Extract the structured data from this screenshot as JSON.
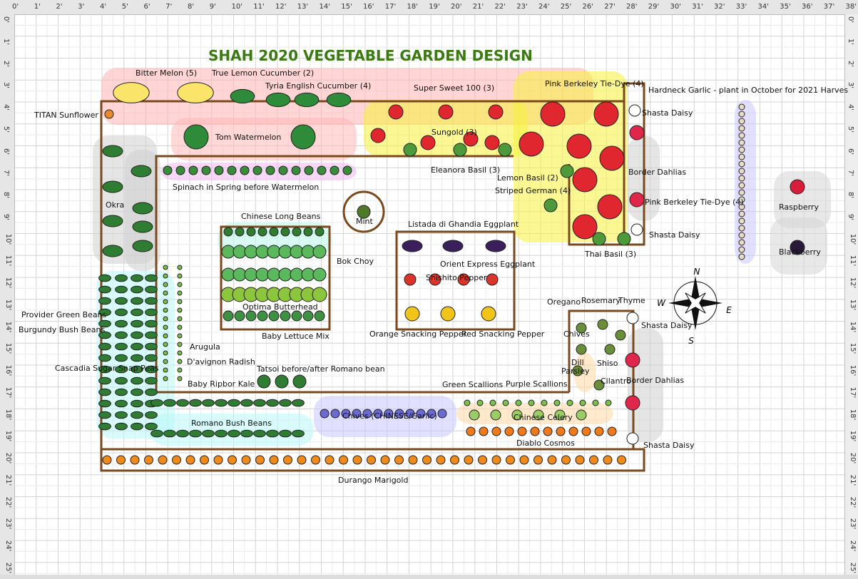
{
  "title": "SHAH 2020 VEGETABLE GARDEN DESIGN",
  "ruler": {
    "unit": "'",
    "x_max": 38,
    "y_max": 25
  },
  "colors": {
    "bed_border": "#7a4a1e",
    "title": "#3b7a12",
    "grid": "#d8d8d8"
  },
  "labels": {
    "bitter_melon": "Bitter Melon (5)",
    "true_lemon_cucumber": "True Lemon Cucumber (2)",
    "tyria_cucumber": "Tyria English Cucumber (4)",
    "titan_sunflower": "TITAN Sunflower",
    "tom_watermelon": "Tom Watermelon",
    "super_sweet": "Super Sweet 100 (3)",
    "pink_berkeley_top": "Pink Berkeley Tie-Dye (4)",
    "hardneck_garlic": "Hardneck Garlic - plant in October for 2021 Harves",
    "shasta_daisy_1": "Shasta Daisy",
    "sungold": "Sungold (3)",
    "eleanora_basil": "Eleanora Basil (3)",
    "lemon_basil": "Lemon Basil (2)",
    "striped_german": "Striped German (4)",
    "border_dahlias_1": "Border Dahlias",
    "pink_berkeley_right": "Pink Berkeley Tie-Dye (4)",
    "raspberry": "Raspberry",
    "spinach": "Spinach in Spring before Watermelon",
    "okra": "Okra",
    "mint": "Mint",
    "chinese_long_beans": "Chinese Long Beans",
    "listada_eggplant": "Listada di Ghandia Eggplant",
    "shasta_daisy_2": "Shasta Daisy",
    "thai_basil": "Thai Basil (3)",
    "bok_choy": "Bok Choy",
    "orient_eggplant": "Orient Express Eggplant",
    "blackberry": "Blackberry",
    "shishito": "Shishito Pepper",
    "optima": "Optima Butterhead",
    "oregano": "Oregano",
    "rosemary": "Rosemary",
    "thyme": "Thyme",
    "provider_beans": "Provider Green Beans",
    "shasta_daisy_3": "Shasta Daisy",
    "burgundy_beans": "Burgundy Bush Beans",
    "baby_lettuce": "Baby Lettuce Mix",
    "orange_pepper": "Orange Snacking Pepper",
    "red_pepper": "Red Snacking Pepper",
    "chives": "Chives",
    "arugula": "Arugula",
    "radish": "D'avignon Radish",
    "dill": "Dill",
    "parsley": "Parsley",
    "shiso": "Shiso",
    "cilantro": "Cilantro",
    "snap_peas": "Cascadia Sugar Snap Peas",
    "tatsoi": "Tatsoi before/after Romano bean",
    "kale": "Baby Ripbor Kale",
    "green_scallions": "Green Scallions",
    "purple_scallions": "Purple Scallions",
    "border_dahlias_2": "Border Dahlias",
    "chinese_chives": "Chives (CHINESE/Garlic)",
    "chinese_celery": "Chinese Celery",
    "romano_beans": "Romano Bush Beans",
    "diablo_cosmos": "Diablo Cosmos",
    "shasta_daisy_4": "Shasta Daisy",
    "durango_marigold": "Durango Marigold"
  },
  "compass": {
    "n": "N",
    "e": "E",
    "s": "S",
    "w": "W"
  }
}
